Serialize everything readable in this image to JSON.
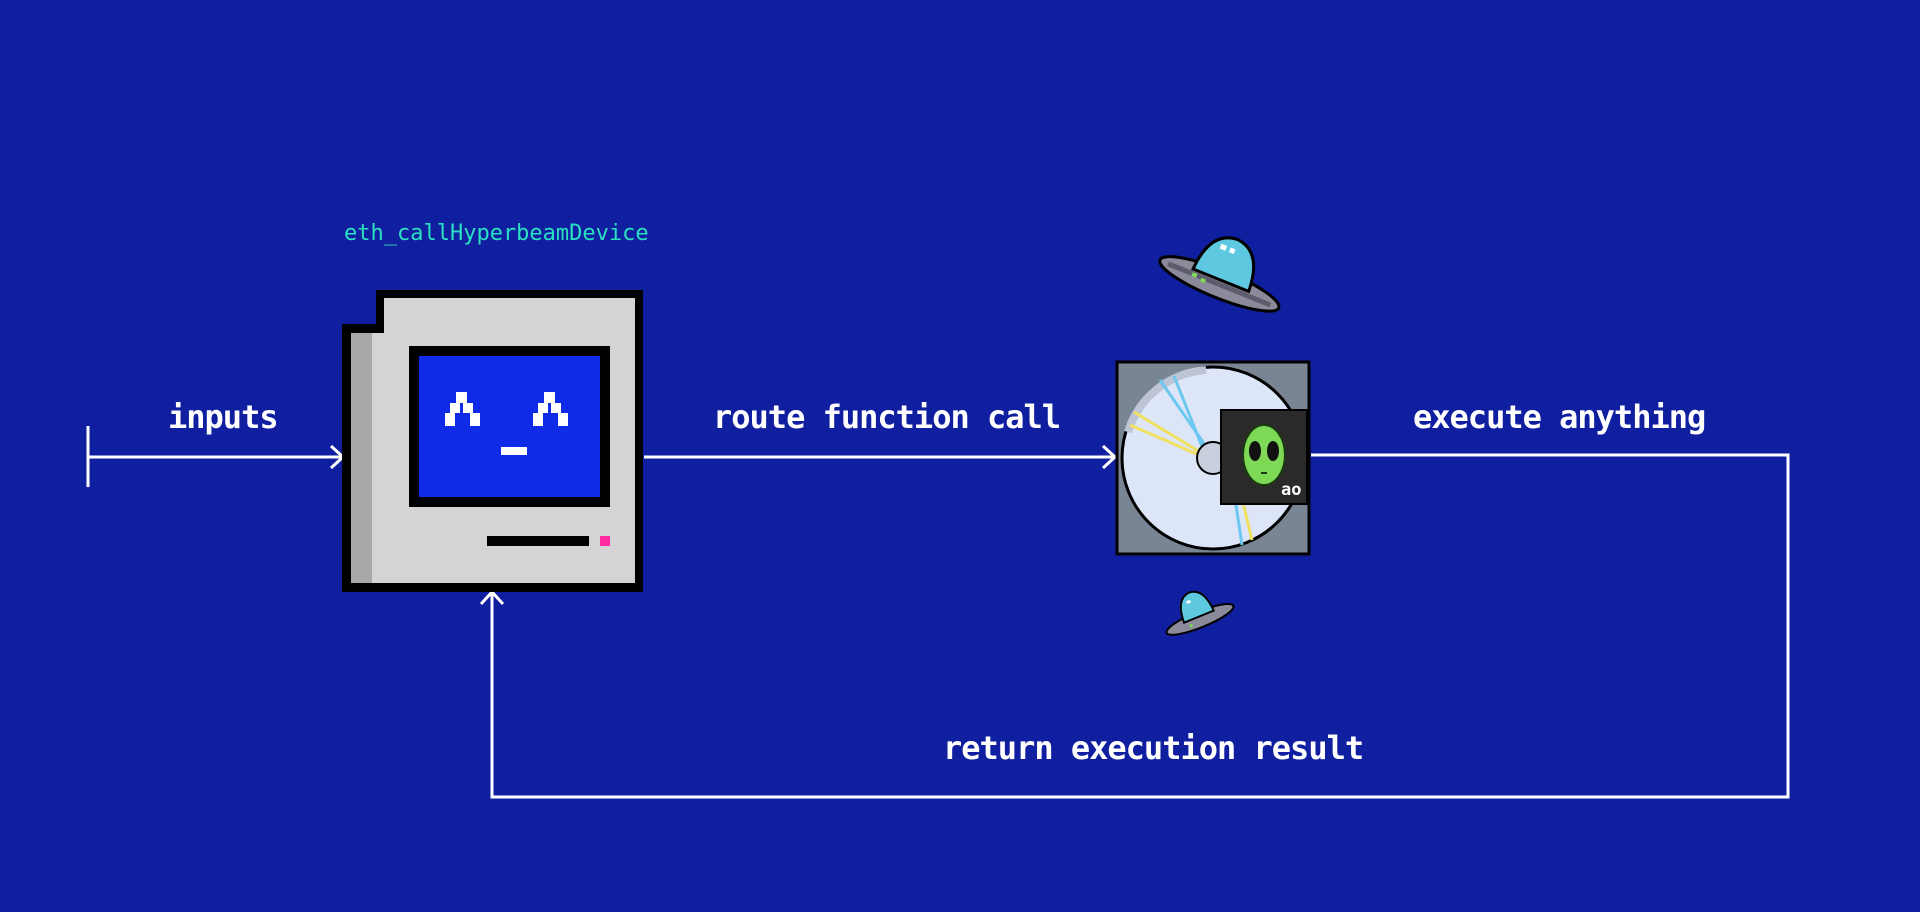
{
  "colors": {
    "background": "#101fa0",
    "line": "#ffffff",
    "device_name": "#2be0c0",
    "screen": "#0f2be8",
    "indicator": "#ff2aa0",
    "alien": "#7ed957",
    "ufo_dome": "#5ec8e0"
  },
  "device": {
    "name": "eth_callHyperbeamDevice",
    "face": "^_^"
  },
  "flow": {
    "inputs": "inputs",
    "route": "route function call",
    "execute": "execute anything",
    "return": "return execution result"
  },
  "process": {
    "badge": "ao"
  },
  "icons": [
    "computer-icon",
    "cd-icon",
    "alien-icon",
    "ufo-icon"
  ]
}
